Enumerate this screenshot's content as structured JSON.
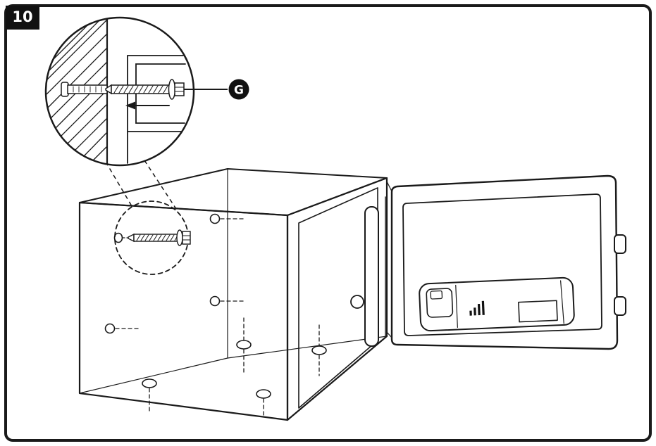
{
  "step": {
    "number": "10"
  },
  "parts": {
    "anchor_bolt": {
      "label": "G"
    }
  },
  "colors": {
    "ink": "#1a1a1a",
    "badge_background": "#111111",
    "badge_text": "#ffffff",
    "page_background": "#ffffff",
    "border": "#000000"
  },
  "icons": {
    "step_badge": "step-number-badge",
    "part_badge": "part-label-badge",
    "wall_hatching": "wall-hatching",
    "anchor_screw": "anchor-screw",
    "insertion_arrow": "left-arrow"
  }
}
